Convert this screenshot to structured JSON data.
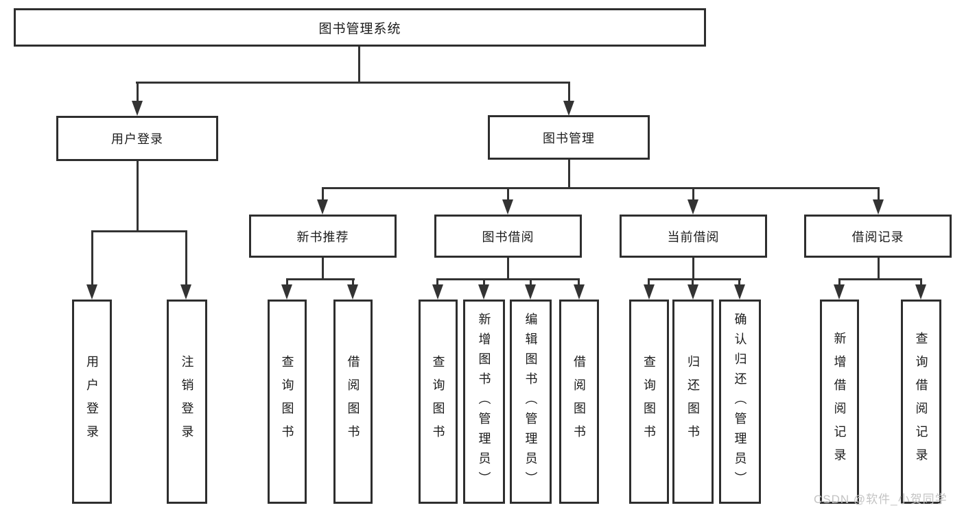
{
  "diagram": {
    "title": "图书管理系统",
    "root": {
      "label": "图书管理系统"
    },
    "level2": [
      {
        "label": "用户登录"
      },
      {
        "label": "图书管理"
      }
    ],
    "level3": [
      {
        "label": "新书推荐"
      },
      {
        "label": "图书借阅"
      },
      {
        "label": "当前借阅"
      },
      {
        "label": "借阅记录"
      }
    ],
    "leaves": {
      "user_login": [
        {
          "label": "用户登录"
        },
        {
          "label": "注销登录"
        }
      ],
      "new_book_recommend": [
        {
          "label": "查询图书"
        },
        {
          "label": "借阅图书"
        }
      ],
      "book_borrow": [
        {
          "label": "查询图书"
        },
        {
          "label": "新增图书（管理员）"
        },
        {
          "label": "编辑图书（管理员）"
        },
        {
          "label": "借阅图书"
        }
      ],
      "current_borrow": [
        {
          "label": "查询图书"
        },
        {
          "label": "归还图书"
        },
        {
          "label": "确认归还（管理员）"
        }
      ],
      "borrow_records": [
        {
          "label": "新增借阅记录"
        },
        {
          "label": "查询借阅记录"
        }
      ]
    }
  },
  "watermark": {
    "text": "CSDN @软件_小贺同学"
  },
  "colors": {
    "line": "#333333",
    "box_border": "#2e2e2e",
    "text": "#1b1b1b",
    "watermark": "#c3c3c3",
    "background": "#ffffff"
  }
}
